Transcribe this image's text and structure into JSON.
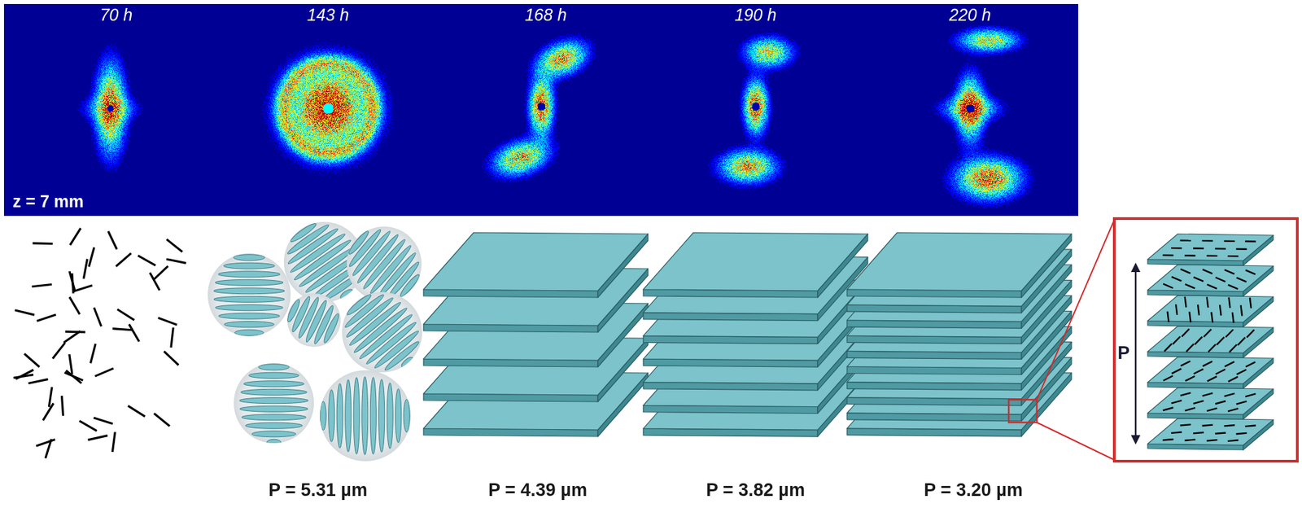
{
  "diagram": {
    "labels": [
      "70 h",
      "143 h",
      "168 h",
      "190 h",
      "220 h",
      "z = 7 mm",
      "P = 5.31 µm",
      "P = 4.39 µm",
      "P = 3.82 µm",
      "P = 3.20 µm",
      "P"
    ]
  }
}
